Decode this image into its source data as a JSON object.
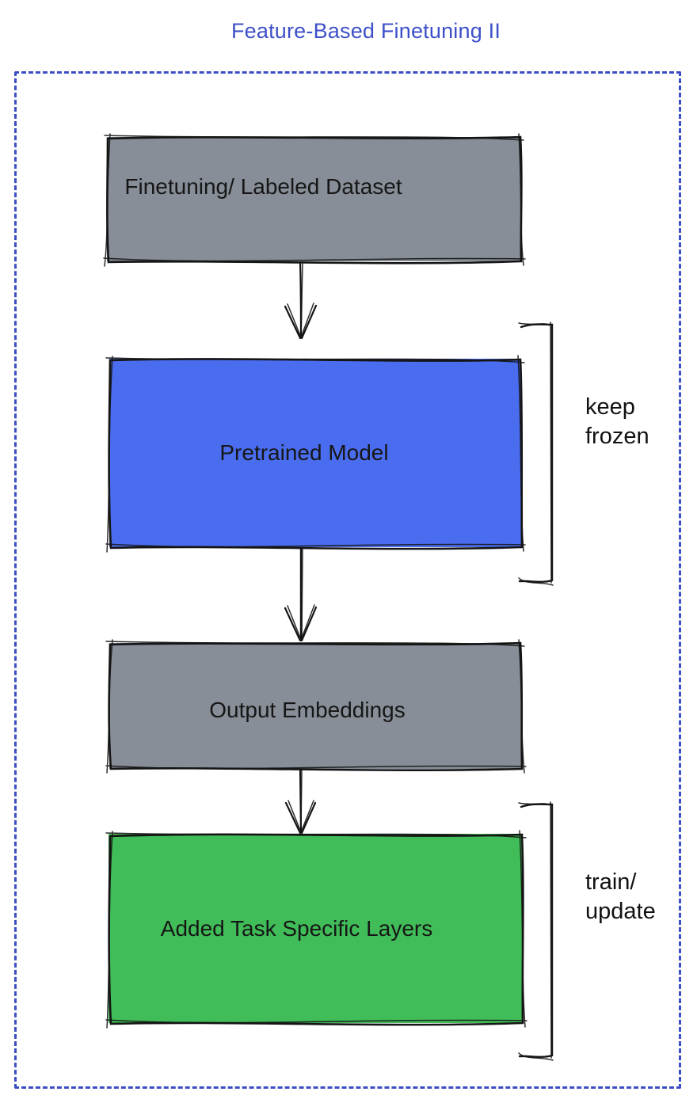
{
  "title": "Feature-Based Finetuning II",
  "nodes": {
    "dataset": {
      "label": "Finetuning/ Labeled Dataset"
    },
    "pretrained": {
      "label": "Pretrained Model"
    },
    "embeddings": {
      "label": "Output Embeddings"
    },
    "task_layers": {
      "label": "Added Task Specific Layers"
    }
  },
  "annotations": {
    "keep_frozen": {
      "text": "keep\nfrozen"
    },
    "train_update": {
      "text": "train/\nupdate"
    }
  },
  "colors": {
    "title_blue": "#3d50c8",
    "frame_blue": "#3b4ec6",
    "box_gray": "#878e97",
    "box_blue": "#4a6def",
    "box_green": "#40bd58",
    "ink_black": "#151515"
  }
}
